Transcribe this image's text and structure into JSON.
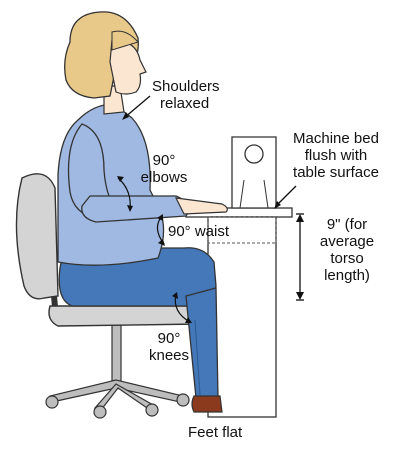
{
  "labels": {
    "shoulders": [
      "Shoulders",
      "relaxed"
    ],
    "machine": [
      "Machine bed",
      "flush with",
      "table surface"
    ],
    "elbows": [
      "90°",
      "elbows"
    ],
    "waist": "90° waist",
    "torso": [
      "9\" (for",
      "average",
      "torso",
      "length)"
    ],
    "knees": [
      "90°",
      "knees"
    ],
    "feet": "Feet flat"
  },
  "colors": {
    "shirt": "#9fb9e2",
    "pants": "#4478b8",
    "chair": "#d4d4d4",
    "hair": "#e8c98a",
    "skin": "#fbe6d2",
    "shoe": "#8b3a1e",
    "outline": "#333333"
  }
}
